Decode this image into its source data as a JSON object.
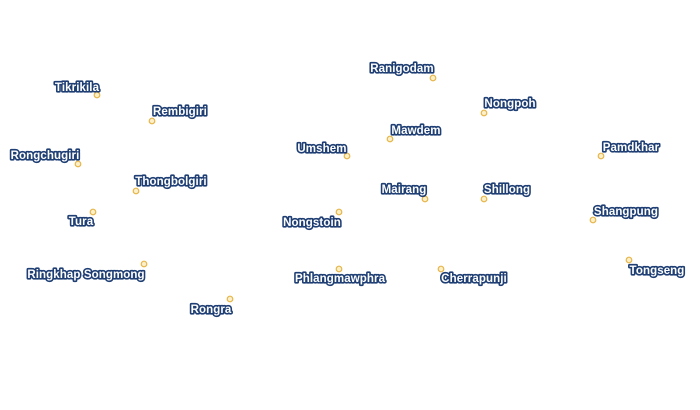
{
  "map": {
    "marker_color": "#e6b54a",
    "marker_fill": "#fdf0c8",
    "label_text_color": "#ffffff",
    "label_halo_color": "#1f3f74",
    "places": [
      {
        "name": "Ranigodam"
      },
      {
        "name": "Tikrikila"
      },
      {
        "name": "Nongpoh"
      },
      {
        "name": "Rembigiri"
      },
      {
        "name": "Mawdem"
      },
      {
        "name": "Umshem"
      },
      {
        "name": "Pamdkhar"
      },
      {
        "name": "Rongchugiri"
      },
      {
        "name": "Thongbolgiri"
      },
      {
        "name": "Mairang"
      },
      {
        "name": "Shillong"
      },
      {
        "name": "Shangpung"
      },
      {
        "name": "Tura"
      },
      {
        "name": "Nongstoin"
      },
      {
        "name": "Ringkhap Songmong"
      },
      {
        "name": "Phlangmawphra"
      },
      {
        "name": "Cherrapunji"
      },
      {
        "name": "Tongseng"
      },
      {
        "name": "Rongra"
      }
    ]
  }
}
